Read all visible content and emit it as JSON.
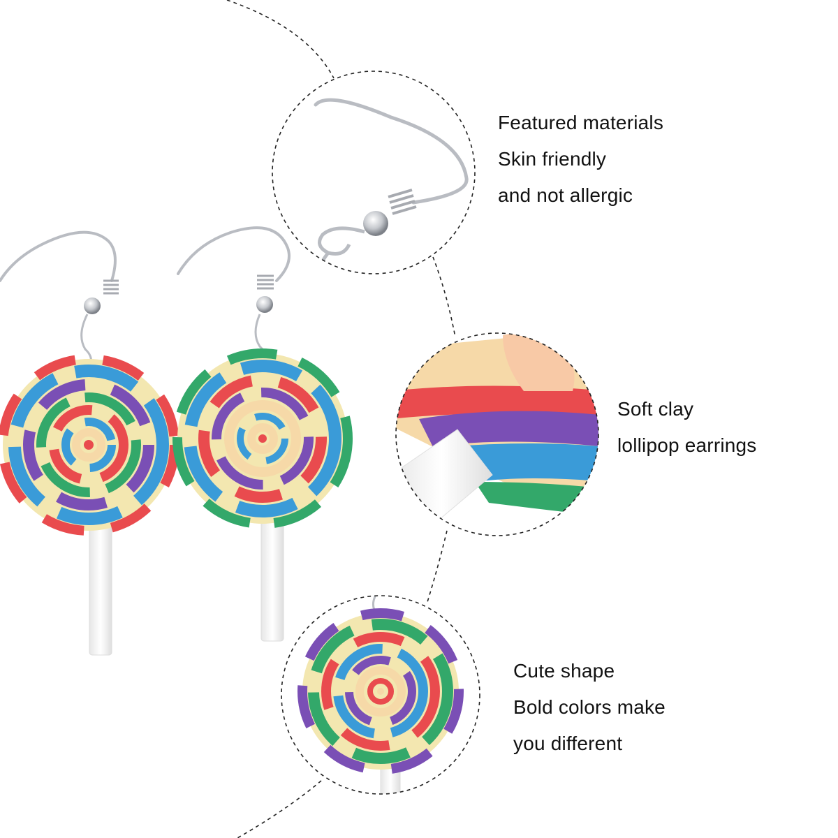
{
  "captions": [
    {
      "lines": [
        "Featured materials",
        "Skin friendly",
        "and not allergic"
      ]
    },
    {
      "lines": [
        "Soft clay",
        "lollipop earrings"
      ]
    },
    {
      "lines": [
        "Cute shape",
        "Bold colors make",
        "you different"
      ]
    }
  ],
  "colors": {
    "background": "#ffffff",
    "text": "#111111",
    "dash_line": "#222222",
    "hook_metal": "#b9bcc2",
    "stick": "#f4f4f4",
    "swirl": [
      "#e94b4e",
      "#f6d9a8",
      "#3a9bd8",
      "#7a4fb5",
      "#33a86a",
      "#f3e7b0"
    ]
  },
  "icons": [
    "earring-hook",
    "lollipop-swirl",
    "lollipop-stick",
    "zoom-circle"
  ]
}
